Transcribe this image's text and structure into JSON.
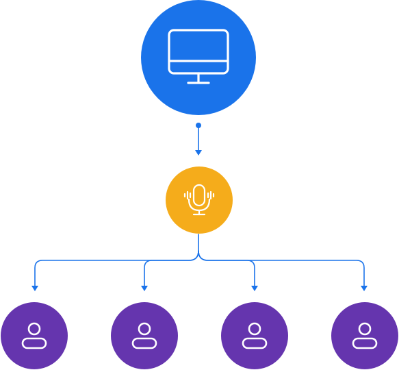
{
  "colors": {
    "background": "#ffffff",
    "source_node": "#1a73ea",
    "hub_node": "#f5ac1b",
    "user_node": "#6535ae",
    "connector": "#1a73ea",
    "icon_stroke": "#ffffff"
  },
  "nodes": {
    "source": {
      "icon": "monitor-icon"
    },
    "hub": {
      "icon": "microphone-icon"
    },
    "users": [
      {
        "icon": "user-icon"
      },
      {
        "icon": "user-icon"
      },
      {
        "icon": "user-icon"
      },
      {
        "icon": "user-icon"
      }
    ]
  },
  "edges": [
    {
      "from": "source",
      "to": "hub"
    },
    {
      "from": "hub",
      "to": "user-1"
    },
    {
      "from": "hub",
      "to": "user-2"
    },
    {
      "from": "hub",
      "to": "user-3"
    },
    {
      "from": "hub",
      "to": "user-4"
    }
  ]
}
